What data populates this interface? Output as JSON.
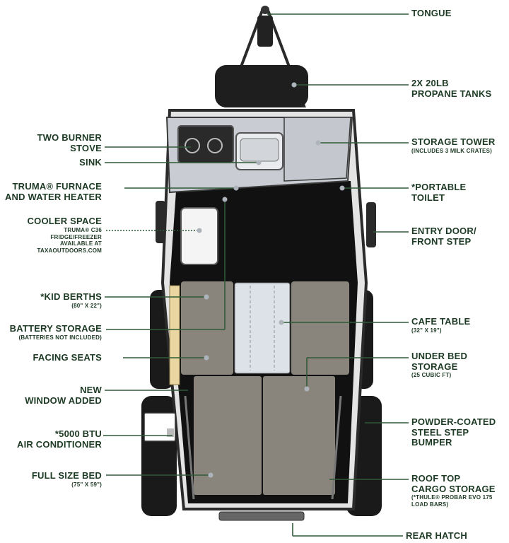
{
  "labels": {
    "tongue": {
      "main": [
        "TONGUE"
      ],
      "sub": []
    },
    "propane": {
      "main": [
        "2x 20LB",
        "PROPANE TANKS"
      ],
      "sub": []
    },
    "storage_tower": {
      "main": [
        "STORAGE TOWER"
      ],
      "sub": [
        "(INCLUDES 3 MILK CRATES)"
      ]
    },
    "toilet": {
      "main": [
        "*PORTABLE",
        "TOILET"
      ],
      "sub": []
    },
    "entry_door": {
      "main": [
        "ENTRY DOOR/",
        "FRONT STEP"
      ],
      "sub": []
    },
    "cafe_table": {
      "main": [
        "CAFE TABLE"
      ],
      "sub": [
        "(32\" X 19\")"
      ]
    },
    "under_bed": {
      "main": [
        "UNDER BED",
        "STORAGE"
      ],
      "sub": [
        "(25 CUBIC FT)"
      ]
    },
    "bumper": {
      "main": [
        "POWDER-COATED",
        "STEEL STEP",
        "BUMPER"
      ],
      "sub": []
    },
    "roof_cargo": {
      "main": [
        "ROOF TOP",
        "CARGO STORAGE"
      ],
      "sub": [
        "(*THULE® PROBAR EVO 175",
        "LOAD BARS)"
      ]
    },
    "rear_hatch": {
      "main": [
        "REAR HATCH"
      ],
      "sub": []
    },
    "stove": {
      "main": [
        "TWO BURNER",
        "STOVE"
      ],
      "sub": []
    },
    "sink": {
      "main": [
        "SINK"
      ],
      "sub": []
    },
    "furnace": {
      "main": [
        "TRUMA® FURNACE",
        "AND WATER HEATER"
      ],
      "sub": []
    },
    "cooler": {
      "main": [
        "COOLER SPACE"
      ],
      "sub": [
        "TRUMA® C36",
        "FRIDGE/FREEZER",
        "AVAILABLE AT",
        "TAXAOUTDOORS.COM"
      ]
    },
    "kid_berths": {
      "main": [
        "*KID BERTHS"
      ],
      "sub": [
        "(80\" X 22\")"
      ]
    },
    "battery": {
      "main": [
        "BATTERY STORAGE"
      ],
      "sub": [
        "(BATTERIES NOT INCLUDED)"
      ]
    },
    "facing_seats": {
      "main": [
        "FACING SEATS"
      ],
      "sub": []
    },
    "new_window": {
      "main": [
        "NEW",
        "WINDOW ADDED"
      ],
      "sub": []
    },
    "air_conditioner": {
      "main": [
        "*5000 BTU",
        "AIR CONDITIONER"
      ],
      "sub": []
    },
    "full_bed": {
      "main": [
        "FULL SIZE BED"
      ],
      "sub": [
        "(75\" X 59\")"
      ]
    }
  },
  "colors": {
    "label_text": "#1d3a24",
    "leader_line": "#2f5a36",
    "floor": "#111111",
    "cushion": "#8a857c",
    "counter": "#c9cdd3",
    "table": "#dde1e8",
    "outline": "#3a3a3a"
  }
}
